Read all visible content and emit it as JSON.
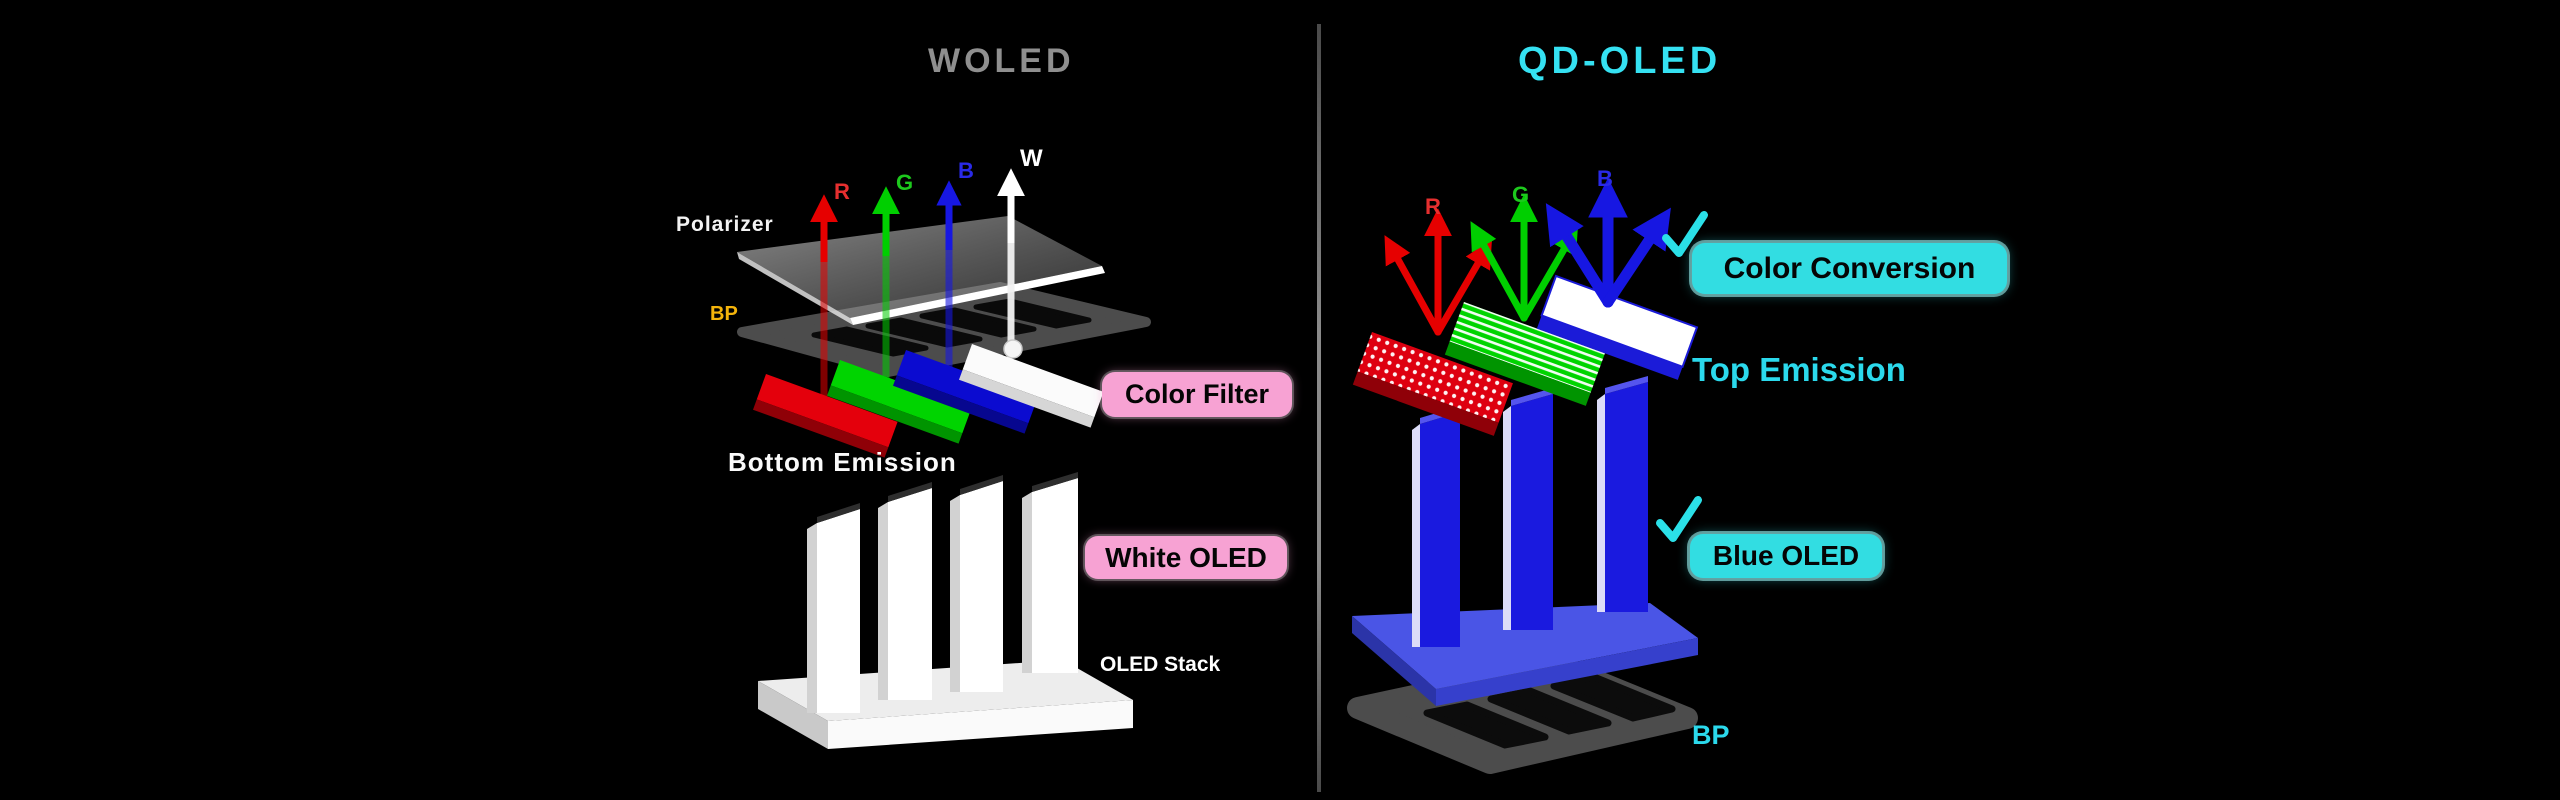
{
  "left_panel": {
    "title": "WOLED",
    "labels": {
      "polarizer": "Polarizer",
      "bp": "BP",
      "color_filter": "Color Filter",
      "bottom_emission": "Bottom Emission",
      "white_oled": "White OLED",
      "oled_stack": "OLED Stack"
    },
    "rays": [
      {
        "letter": "R",
        "color": "#e62f2f"
      },
      {
        "letter": "G",
        "color": "#1dc91d"
      },
      {
        "letter": "B",
        "color": "#2a2ae8"
      },
      {
        "letter": "W",
        "color": "#ffffff"
      }
    ]
  },
  "right_panel": {
    "title": "QD-OLED",
    "labels": {
      "color_conversion": "Color Conversion",
      "top_emission": "Top Emission",
      "blue_oled": "Blue OLED",
      "bp": "BP"
    },
    "rays": [
      {
        "letter": "R",
        "color": "#e62f2f"
      },
      {
        "letter": "G",
        "color": "#1dc91d"
      },
      {
        "letter": "B",
        "color": "#2a2ae8"
      }
    ],
    "checkmark_glyph": "✓"
  },
  "colors": {
    "background": "#000000",
    "woled_title": "#8f8f8f",
    "qdoled_title": "#35e1f2",
    "cyan_text": "#2bd9ec",
    "cyan_pill_bg": "#32dde2",
    "pink_pill_bg": "#f7a2d3",
    "bp_orange": "#f4b40b",
    "red": "#e4000c",
    "green": "#00d400",
    "blue": "#1a1adf",
    "bp_plate_gray": "#4c4c4c"
  }
}
